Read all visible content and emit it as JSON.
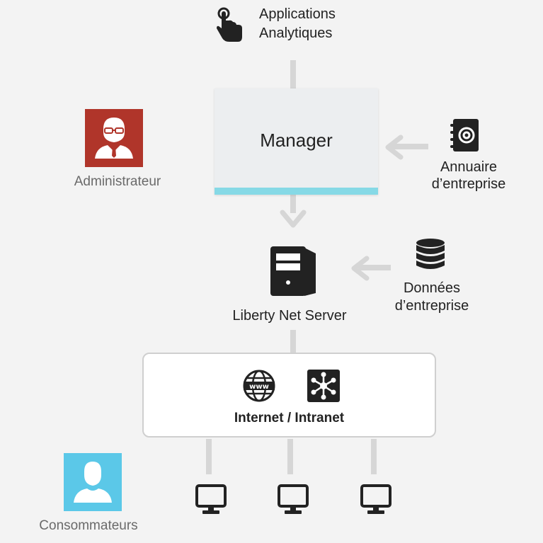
{
  "top_node": {
    "line1": "Applications",
    "line2": "Analytiques",
    "icon": "hand-pointer-icon"
  },
  "manager": {
    "label": "Manager",
    "accent_color": "#86d9e6"
  },
  "admin": {
    "label": "Administrateur",
    "tile_color": "#b0352a",
    "icon": "admin-user-icon"
  },
  "directory": {
    "line1": "Annuaire",
    "line2": "d’entreprise",
    "icon": "address-book-icon"
  },
  "server": {
    "label": "Liberty Net Server",
    "icon": "server-tower-icon"
  },
  "data_source": {
    "line1": "Données",
    "line2": "d’entreprise",
    "icon": "database-icon"
  },
  "network": {
    "label": "Internet / Intranet",
    "icons": [
      "www-globe-icon",
      "network-hub-icon"
    ]
  },
  "consumers": {
    "label": "Consommateurs",
    "tile_color": "#5bc8e8",
    "icon": "user-icon"
  },
  "clients": [
    "monitor-icon",
    "monitor-icon",
    "monitor-icon"
  ]
}
